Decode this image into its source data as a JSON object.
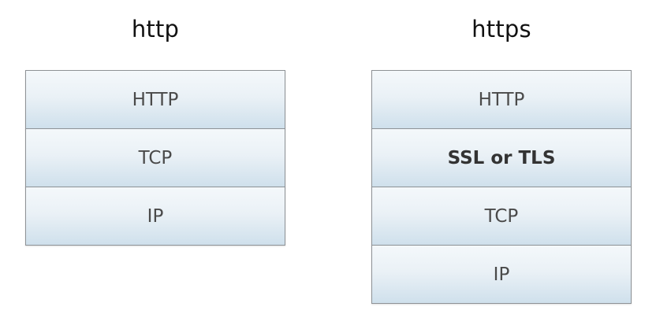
{
  "left_stack": {
    "title": "http",
    "layers": [
      "HTTP",
      "TCP",
      "IP"
    ]
  },
  "right_stack": {
    "title": "https",
    "layers": [
      "HTTP",
      "SSL or TLS",
      "TCP",
      "IP"
    ],
    "emphasized_layer": "SSL or TLS"
  },
  "colors": {
    "layer_top": "#f4f8fb",
    "layer_bottom": "#cfe0ec",
    "layer_border": "#8e9296",
    "layer_text": "#4a4a4a",
    "title_text": "#111111"
  }
}
